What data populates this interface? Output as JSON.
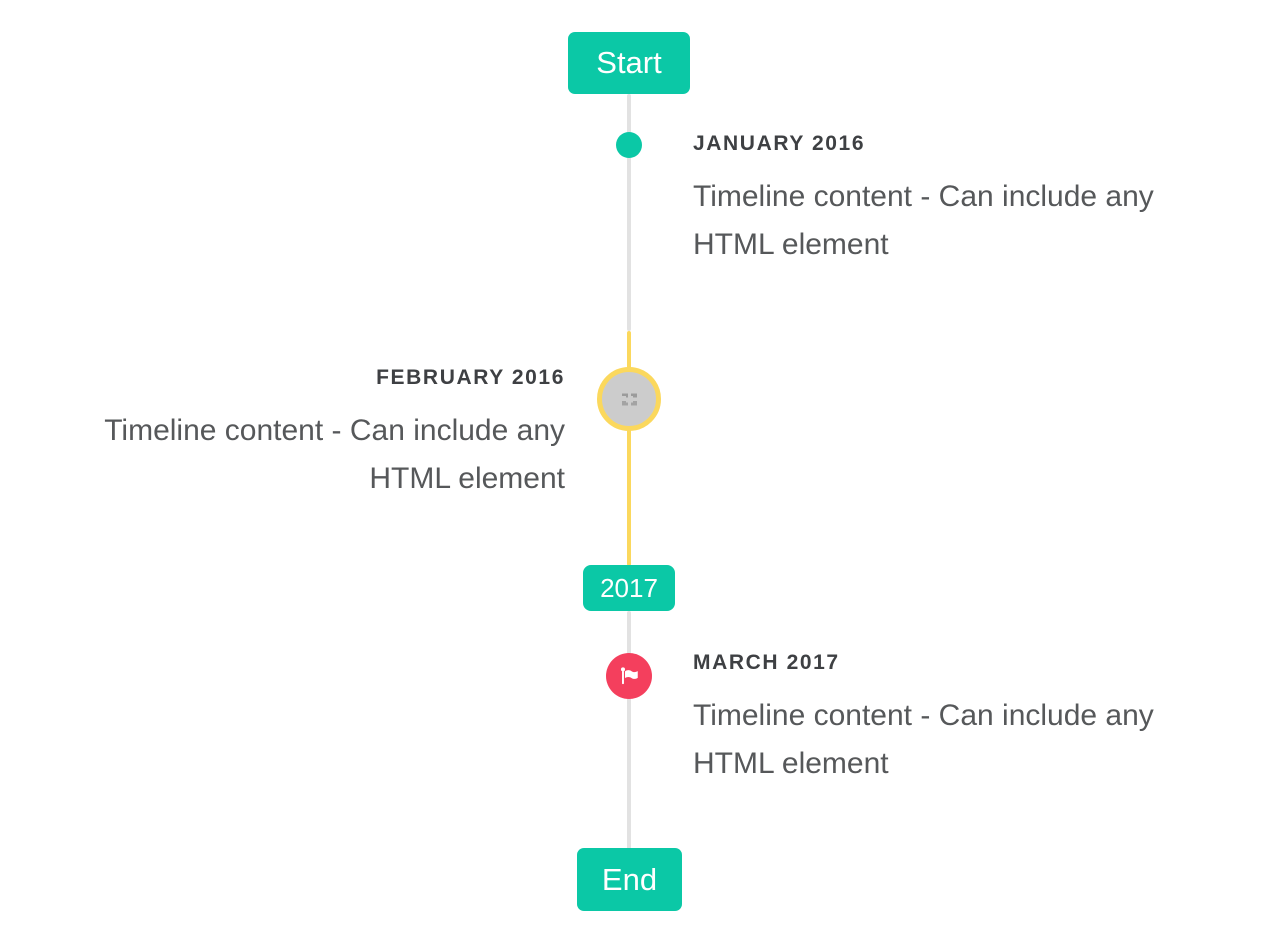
{
  "timeline": {
    "start_label": "Start",
    "end_label": "End",
    "year_badge": "2017",
    "colors": {
      "primary_teal": "#0bc8a6",
      "line_gray": "#e2e2e2",
      "highlight_yellow": "#fbd85d",
      "marker_red": "#f43f5d",
      "marker_gray": "#cccccc",
      "title_text": "#3e4043",
      "content_text": "#56585a"
    },
    "items": [
      {
        "title": "JANUARY 2016",
        "content": "Timeline content - Can include any HTML element",
        "side": "right",
        "marker": "teal-dot"
      },
      {
        "title": "FEBRUARY 2016",
        "content": "Timeline content - Can include any HTML element",
        "side": "left",
        "marker": "image-placeholder"
      },
      {
        "title": "MARCH 2017",
        "content": "Timeline content - Can include any HTML element",
        "side": "right",
        "marker": "flag"
      }
    ]
  }
}
